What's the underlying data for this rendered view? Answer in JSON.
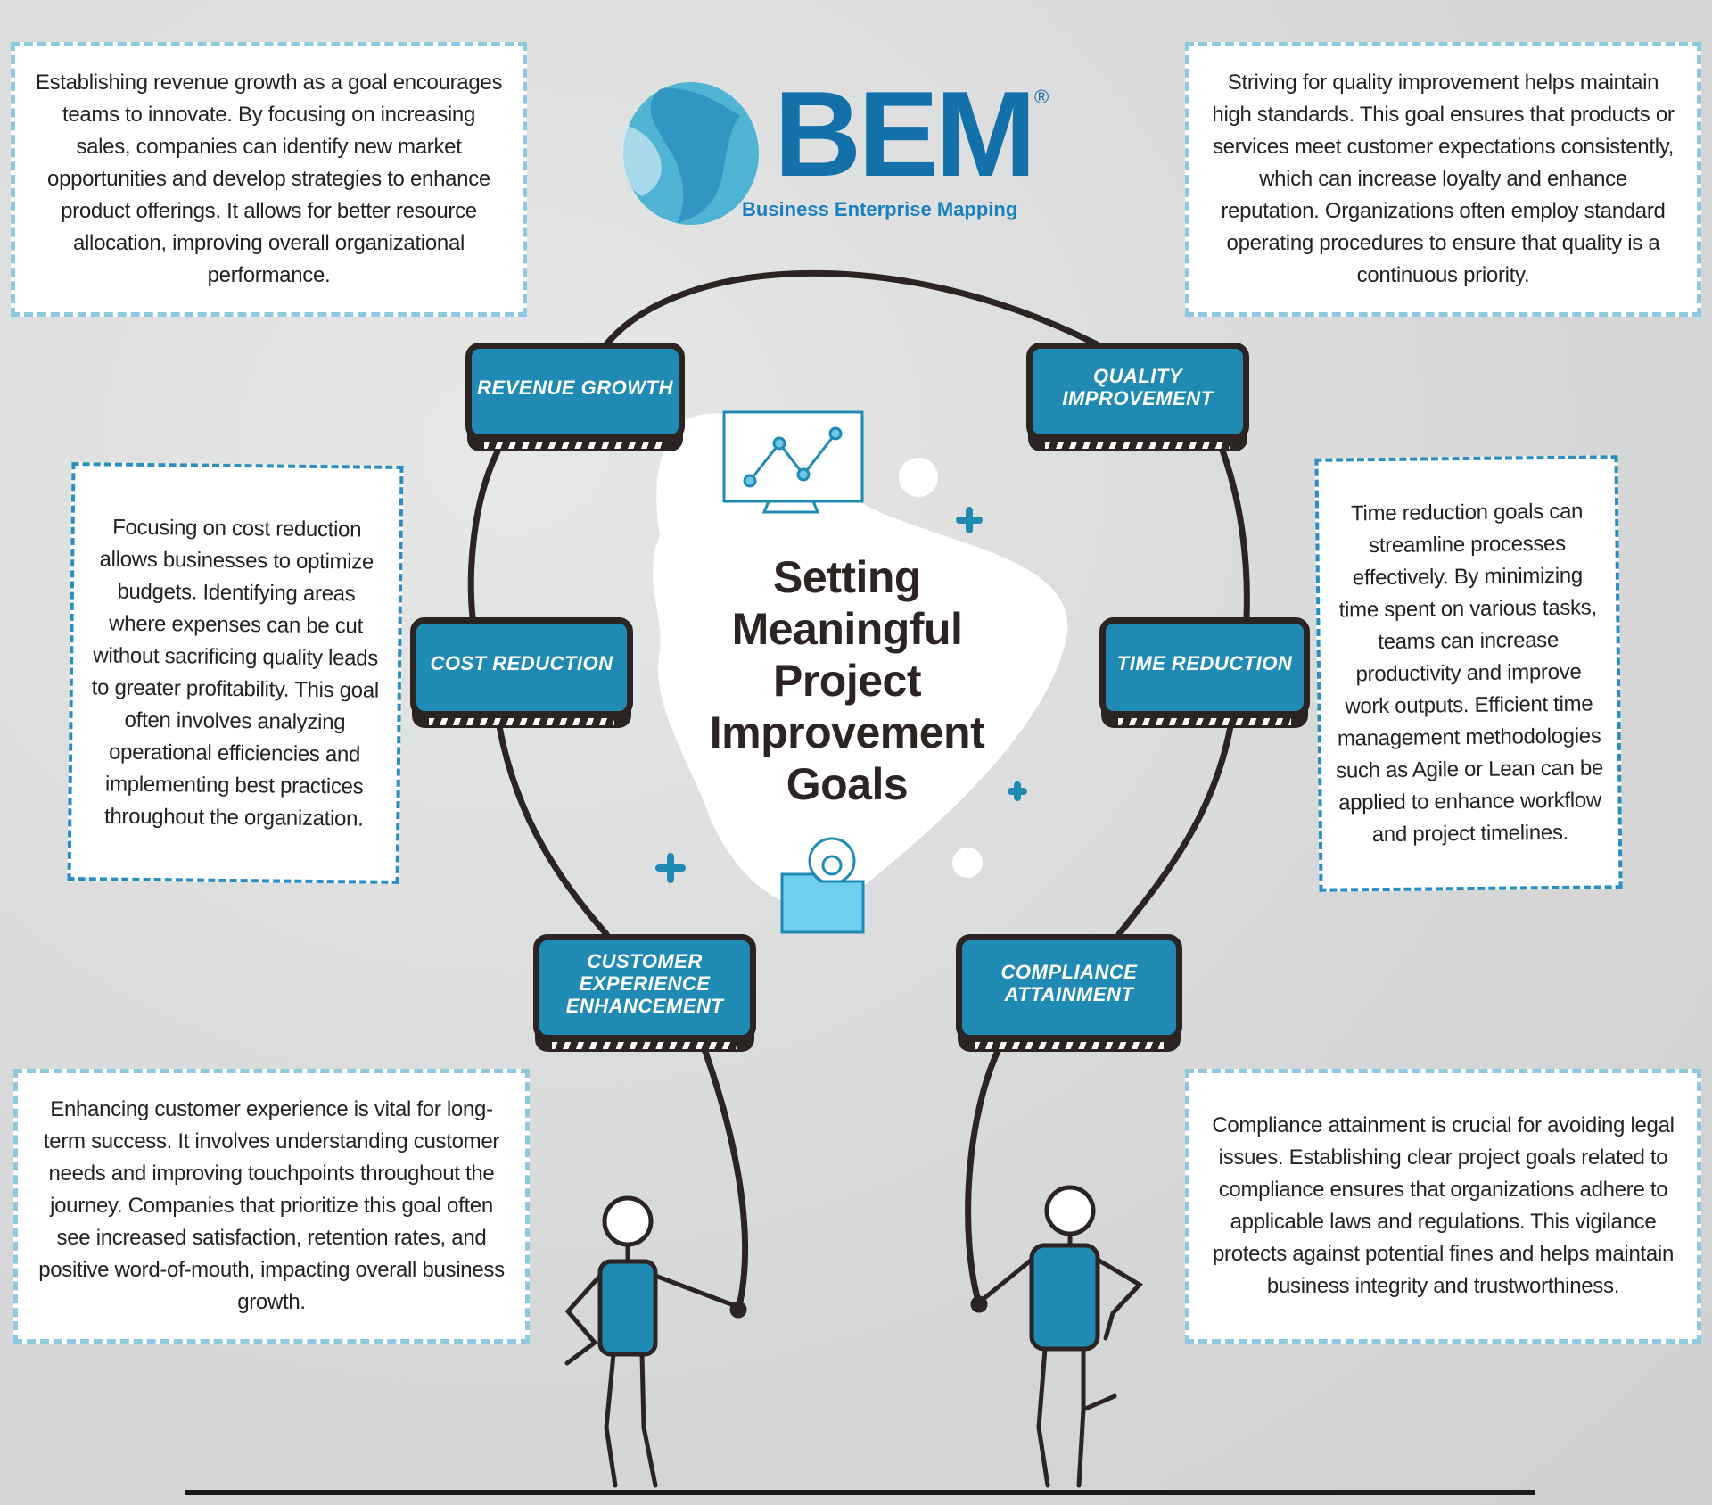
{
  "logo": {
    "name": "BEM",
    "registered": "®",
    "subtitle": "Business Enterprise Mapping"
  },
  "title": [
    "Setting",
    "Meaningful",
    "Project",
    "Improvement",
    "Goals"
  ],
  "goals": {
    "revenue": {
      "label": "Revenue Growth",
      "text": "Establishing revenue growth as a goal encourages teams to innovate. By focusing on increasing sales, companies can identify new market opportunities and develop strategies to enhance product offerings. It allows for better resource allocation, improving overall organizational performance."
    },
    "quality": {
      "label": "Quality Improvement",
      "text": "Striving for quality improvement helps maintain high standards. This goal ensures that products or services meet customer expectations consistently, which can increase loyalty and enhance reputation. Organizations often employ standard operating procedures to ensure that quality is a continuous priority."
    },
    "cost": {
      "label": "Cost Reduction",
      "text": "Focusing on cost reduction allows businesses to optimize budgets. Identifying areas where expenses can be cut without sacrificing quality leads to greater profitability. This goal often involves analyzing operational efficiencies and implementing best practices throughout the organization."
    },
    "time": {
      "label": "Time Reduction",
      "text": "Time reduction goals can streamline processes effectively. By minimizing time spent on various tasks, teams can increase productivity and improve work outputs. Efficient time management methodologies such as Agile or Lean can be applied to enhance workflow and project timelines."
    },
    "customer": {
      "label": "Customer Experience Enhancement",
      "text": "Enhancing customer experience is vital for long-term success. It involves understanding customer needs and improving touchpoints throughout the journey. Companies that prioritize this goal often see increased satisfaction, retention rates, and positive word-of-mouth, impacting overall business growth."
    },
    "compliance": {
      "label": "Compliance Attainment",
      "text": "Compliance attainment is crucial for avoiding legal issues. Establishing clear project goals related to compliance ensures that organizations adhere to applicable laws and regulations. This vigilance protects against potential fines and helps maintain business integrity and trustworthiness."
    }
  },
  "colors": {
    "accent": "#1f8bb5",
    "ink": "#2b2423",
    "logo": "#1470a8",
    "dash": "#8ec9e2"
  }
}
